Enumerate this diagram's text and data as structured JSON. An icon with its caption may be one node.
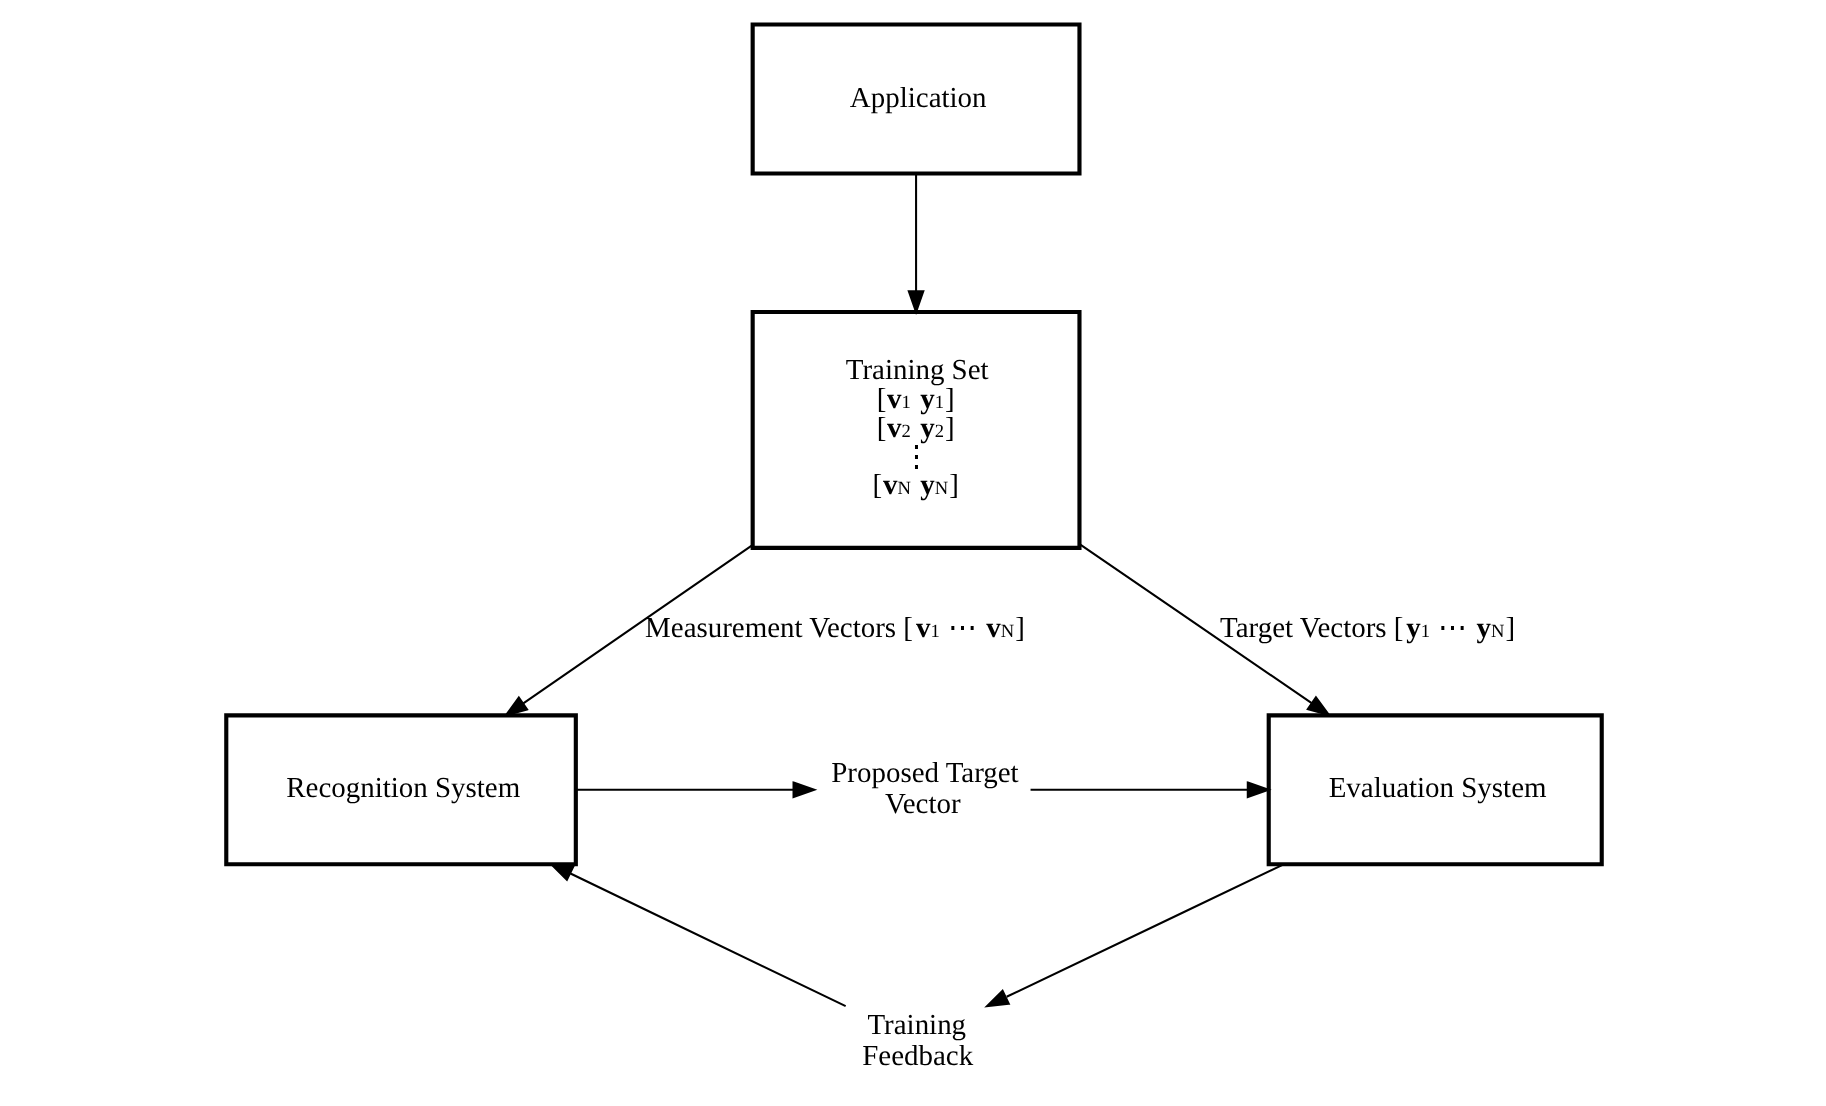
{
  "diagram": {
    "nodes": [
      {
        "text": [
          "Application"
        ]
      },
      {
        "text": [
          "Training Set",
          "[**v**$_{1}$ **y**$_{1}$]",
          "[**v**$_{2}$ **y**$_{2}$]",
          "⋮",
          "[**v**$_{N}$ **y**$_{N}$]"
        ]
      },
      {
        "text": [
          "Recognition System"
        ]
      },
      {
        "text": [
          "Proposed Target Vector"
        ]
      },
      {
        "text": [
          "Evaluation System"
        ]
      },
      {
        "text": [
          "Training Feedback"
        ]
      }
    ],
    "edges": [
      {
        "from": 0,
        "to": 1,
        "arrow": "to"
      },
      {
        "from": 1,
        "to": 2,
        "arrow": "to",
        "label": "Measurement Vectors [**v**$_{1}$ ⋯ **v**$_{N}$]"
      },
      {
        "from": 1,
        "to": 4,
        "arrow": "to",
        "label": "Target Vectors [**y**$_{1}$ ⋯ **y**$_{N}$]"
      },
      {
        "from": 2,
        "to": 3,
        "arrow": "to"
      },
      {
        "from": 3,
        "to": 4,
        "arrow": "to"
      },
      {
        "from": 4,
        "to": 5,
        "arrow": "to"
      },
      {
        "from": 5,
        "to": 2,
        "arrow": "to"
      }
    ]
  }
}
